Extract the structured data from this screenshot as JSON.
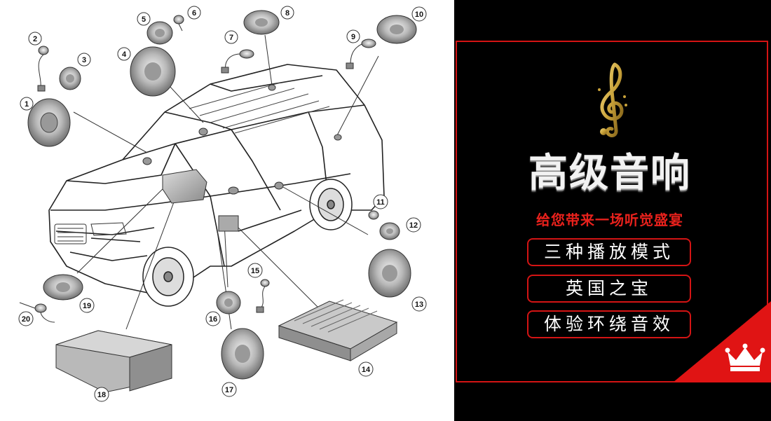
{
  "diagram": {
    "callouts": [
      "1",
      "2",
      "3",
      "4",
      "5",
      "6",
      "7",
      "8",
      "9",
      "10",
      "11",
      "12",
      "13",
      "14",
      "15",
      "16",
      "17",
      "18",
      "19",
      "20"
    ]
  },
  "panel": {
    "title": "高级音响",
    "tagline": "给您带来一场听觉盛宴",
    "features": [
      "三种播放模式",
      "英国之宝",
      "体验环绕音效"
    ],
    "icons": {
      "badge": "treble-clef-icon",
      "corner": "crown-icon"
    },
    "colors": {
      "accent": "#d41414",
      "panel_bg": "#000000",
      "title": "#f2f2f2",
      "gold": "#c9a23a"
    }
  }
}
